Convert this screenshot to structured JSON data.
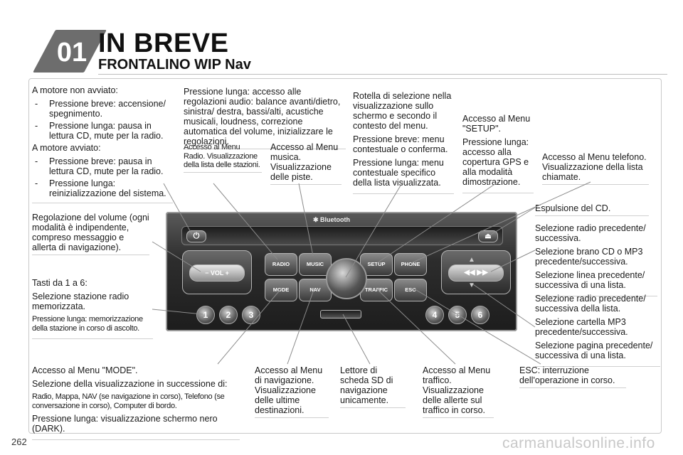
{
  "header": {
    "chapter": "01",
    "title": "IN BREVE",
    "subtitle": "FRONTALINO WIP Nav"
  },
  "page_number": "262",
  "footer_watermark": "carmanualsonline.info",
  "unit": {
    "bluetooth_label": "Bluetooth",
    "vol_label": "VOL",
    "keys": {
      "radio": "RADIO",
      "music": "MUSIC",
      "setup": "SETUP",
      "phone": "PHONE",
      "mode": "MODE",
      "nav": "NAV",
      "traffic": "TRAFFIC",
      "esc": "ESC"
    },
    "presets": [
      "1",
      "2",
      "3",
      "4",
      "5",
      "6"
    ]
  },
  "labels": {
    "power": {
      "l1": "A motore non avviato:",
      "l2": "Pressione breve: accensione/ spegnimento.",
      "l3": "Pressione lunga: pausa in lettura CD, mute per la radio.",
      "l4": "A motore avviato:",
      "l5": "Pressione breve: pausa in lettura CD, mute per la radio.",
      "l6": "Pressione lunga: reinizializzazione del sistema."
    },
    "long_press": "Pressione lunga: accesso alle regolazioni audio: balance avanti/dietro, sinistra/ destra, bassi/alti, acustiche musicali, loudness, correzione automatica del volume, inizializzare le regolazioni.",
    "radio_menu": "Accesso al Menu Radio. Visualizzazione della lista delle stazioni.",
    "music_menu": "Accesso al Menu musica. Visualizzazione delle piste.",
    "rotary": {
      "l1": "Rotella di selezione nella visualizzazione sullo schermo e secondo il contesto del menu.",
      "l2": "Pressione breve: menu contestuale o conferma.",
      "l3": "Pressione lunga: menu contestuale specifico della lista visualizzata."
    },
    "setup": {
      "l1": "Accesso al Menu \"SETUP\".",
      "l2": "Pressione lunga: accesso alla copertura GPS e alla modalità dimostrazione."
    },
    "phone": "Accesso al Menu telefono. Visualizzazione della lista chiamate.",
    "volume": "Regolazione del volume (ogni modalità è indipendente, compreso messaggio e allerta di navigazione).",
    "eject": "Espulsione del CD.",
    "arrows_lr": {
      "l1": "Selezione radio precedente/ successiva.",
      "l2": "Selezione brano CD o MP3 precedente/successiva.",
      "l3": "Selezione linea precedente/ successiva di una lista."
    },
    "presets": {
      "l1": "Tasti da 1 a 6:",
      "l2": "Selezione stazione radio memorizzata.",
      "l3": "Pressione lunga: memorizzazione della stazione in corso di ascolto."
    },
    "arrows_ud": {
      "l1": "Selezione radio precedente/ successiva della lista.",
      "l2": "Selezione cartella MP3 precedente/successiva.",
      "l3": "Selezione pagina precedente/ successiva di una lista."
    },
    "mode": {
      "l1": "Accesso al Menu \"MODE\".",
      "l2": "Selezione della visualizzazione in successione di:",
      "l3": "Radio, Mappa, NAV (se navigazione in corso), Telefono (se conversazione in corso), Computer di bordo.",
      "l4": "Pressione lunga: visualizzazione schermo nero (DARK)."
    },
    "nav": "Accesso al Menu di navigazione. Visualizzazione delle ultime destinazioni.",
    "sd": "Lettore di scheda SD di navigazione unicamente.",
    "traffic": "Accesso al Menu traffico. Visualizzazione delle allerte sul traffico in corso.",
    "esc": "ESC: interruzione dell'operazione in corso."
  }
}
